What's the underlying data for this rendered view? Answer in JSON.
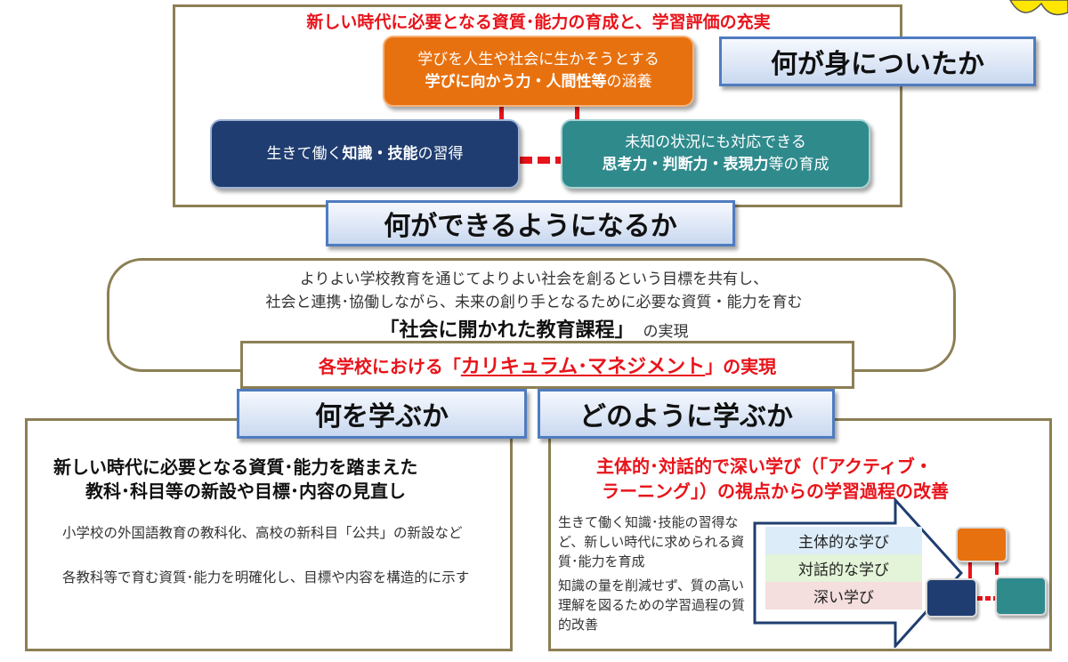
{
  "top": {
    "header": "新しい時代に必要となる資質･能力の育成と、学習評価の充実",
    "orange_line1": "学びを人生や社会に生かそうとする",
    "orange_bold": "学びに向かう力・人間性等",
    "orange_tail": "の涵養",
    "navy_pre": "生きて働く",
    "navy_bold": "知識・技能",
    "navy_tail": "の習得",
    "teal_line1": "未知の状況にも対応できる",
    "teal_bold": "思考力・判断力・表現力",
    "teal_tail": "等の育成",
    "label": "何が身についたか"
  },
  "middle": {
    "label": "何ができるようになるか",
    "line1": "よりよい学校教育を通じてよりよい社会を創るという目標を共有し、",
    "line2": "社会と連携･協働しながら、未来の創り手となるために必要な資質・能力を育む",
    "bold": "「社会に開かれた教育課程」",
    "tail": "の実現",
    "cm_pre": "各学校における「",
    "cm_bold": "カリキュラム･マネジメント",
    "cm_post": "」の実現"
  },
  "left": {
    "label": "何を学ぶか",
    "title_line1": "新しい時代に必要となる資質･能力を踏まえた",
    "title_line2": "教科･科目等の新設や目標･内容の見直し",
    "item1": "小学校の外国語教育の教科化、高校の新科目「公共」の新設など",
    "item2": "各教科等で育む資質･能力を明確化し、目標や内容を構造的に示す"
  },
  "right": {
    "label": "どのように学ぶか",
    "title_line1": "主体的･対話的で深い学び（「アクティブ・",
    "title_line2": "ラーニング」）の視点からの学習過程の改善",
    "text1": "生きて働く知識･技能の習得など、新しい時代に求められる資質･能力を育成",
    "text2": "知識の量を削減せず、質の高い理解を図るための学習過程の質的改善",
    "band1": "主体的な学び",
    "band2": "対話的な学び",
    "band3": "深い学び"
  },
  "colors": {
    "orange": "#e8710f",
    "navy": "#1f3d70",
    "teal": "#2f8a8c",
    "red": "#e8141b",
    "frame": "#8c7f55",
    "label_border": "#4f7cc0"
  }
}
